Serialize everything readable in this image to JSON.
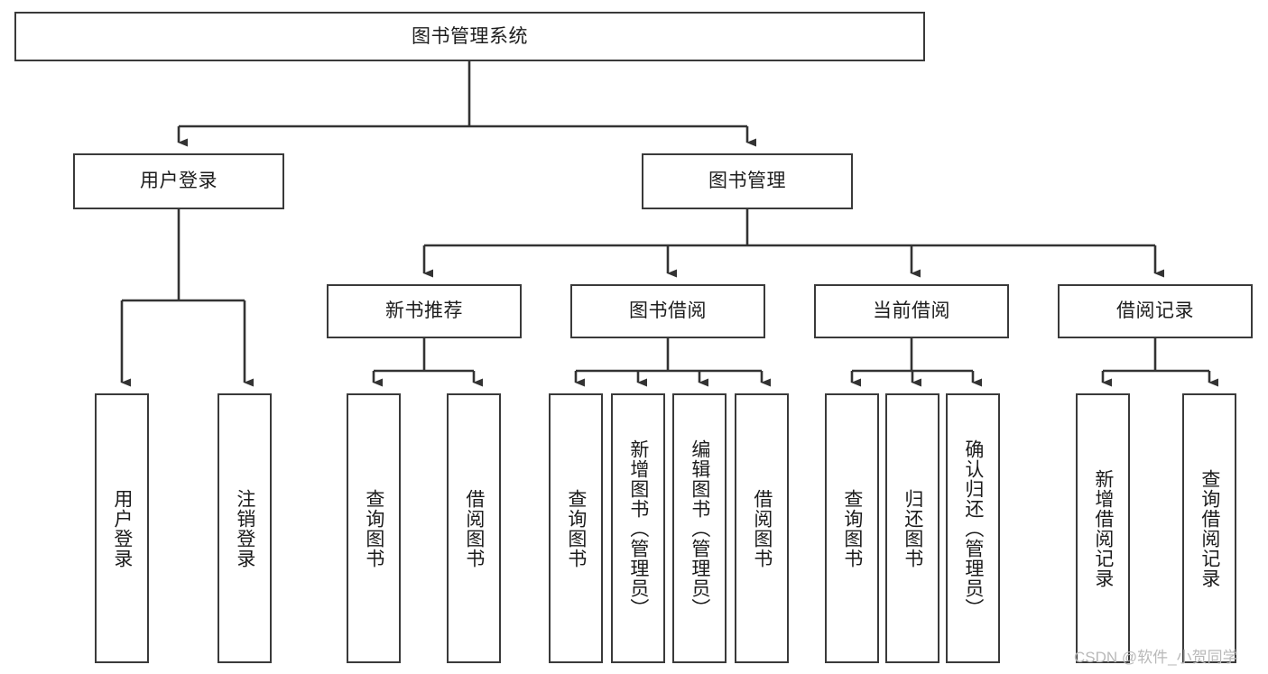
{
  "diagram": {
    "type": "tree-hierarchy",
    "title": "图书管理系统",
    "watermark": "CSDN @软件_小贺同学",
    "colors": {
      "box_border": "#3a3a3a",
      "box_fill": "#ffffff",
      "connector": "#333333",
      "text": "#1c1c1c",
      "watermark": "#b9b9b9",
      "background": "#ffffff"
    },
    "levels": [
      {
        "level": 1,
        "nodes": [
          {
            "id": "root",
            "label": "图书管理系统",
            "orientation": "horizontal"
          }
        ]
      },
      {
        "level": 2,
        "nodes": [
          {
            "id": "login",
            "label": "用户登录",
            "orientation": "horizontal",
            "parent": "root"
          },
          {
            "id": "bookmgmt",
            "label": "图书管理",
            "orientation": "horizontal",
            "parent": "root"
          }
        ]
      },
      {
        "level": 3,
        "nodes": [
          {
            "id": "newbook",
            "label": "新书推荐",
            "orientation": "horizontal",
            "parent": "bookmgmt"
          },
          {
            "id": "borrow",
            "label": "图书借阅",
            "orientation": "horizontal",
            "parent": "bookmgmt"
          },
          {
            "id": "current",
            "label": "当前借阅",
            "orientation": "horizontal",
            "parent": "bookmgmt"
          },
          {
            "id": "records",
            "label": "借阅记录",
            "orientation": "horizontal",
            "parent": "bookmgmt"
          }
        ]
      },
      {
        "level": 4,
        "nodes": [
          {
            "id": "leaf1",
            "label": "用户登录",
            "orientation": "vertical",
            "parent": "login"
          },
          {
            "id": "leaf2",
            "label": "注销登录",
            "orientation": "vertical",
            "parent": "login"
          },
          {
            "id": "leaf3",
            "label": "查询图书",
            "orientation": "vertical",
            "parent": "newbook"
          },
          {
            "id": "leaf4",
            "label": "借阅图书",
            "orientation": "vertical",
            "parent": "newbook"
          },
          {
            "id": "leaf5",
            "label": "查询图书",
            "orientation": "vertical",
            "parent": "borrow"
          },
          {
            "id": "leaf6",
            "label": "新增图书（管理员）",
            "orientation": "vertical",
            "parent": "borrow"
          },
          {
            "id": "leaf7",
            "label": "编辑图书（管理员）",
            "orientation": "vertical",
            "parent": "borrow"
          },
          {
            "id": "leaf8",
            "label": "借阅图书",
            "orientation": "vertical",
            "parent": "borrow"
          },
          {
            "id": "leaf9",
            "label": "查询图书",
            "orientation": "vertical",
            "parent": "current"
          },
          {
            "id": "leaf10",
            "label": "归还图书",
            "orientation": "vertical",
            "parent": "current"
          },
          {
            "id": "leaf11",
            "label": "确认归还（管理员）",
            "orientation": "vertical",
            "parent": "current"
          },
          {
            "id": "leaf12",
            "label": "新增借阅记录",
            "orientation": "vertical",
            "parent": "records"
          },
          {
            "id": "leaf13",
            "label": "查询借阅记录",
            "orientation": "vertical",
            "parent": "records"
          }
        ]
      }
    ]
  }
}
